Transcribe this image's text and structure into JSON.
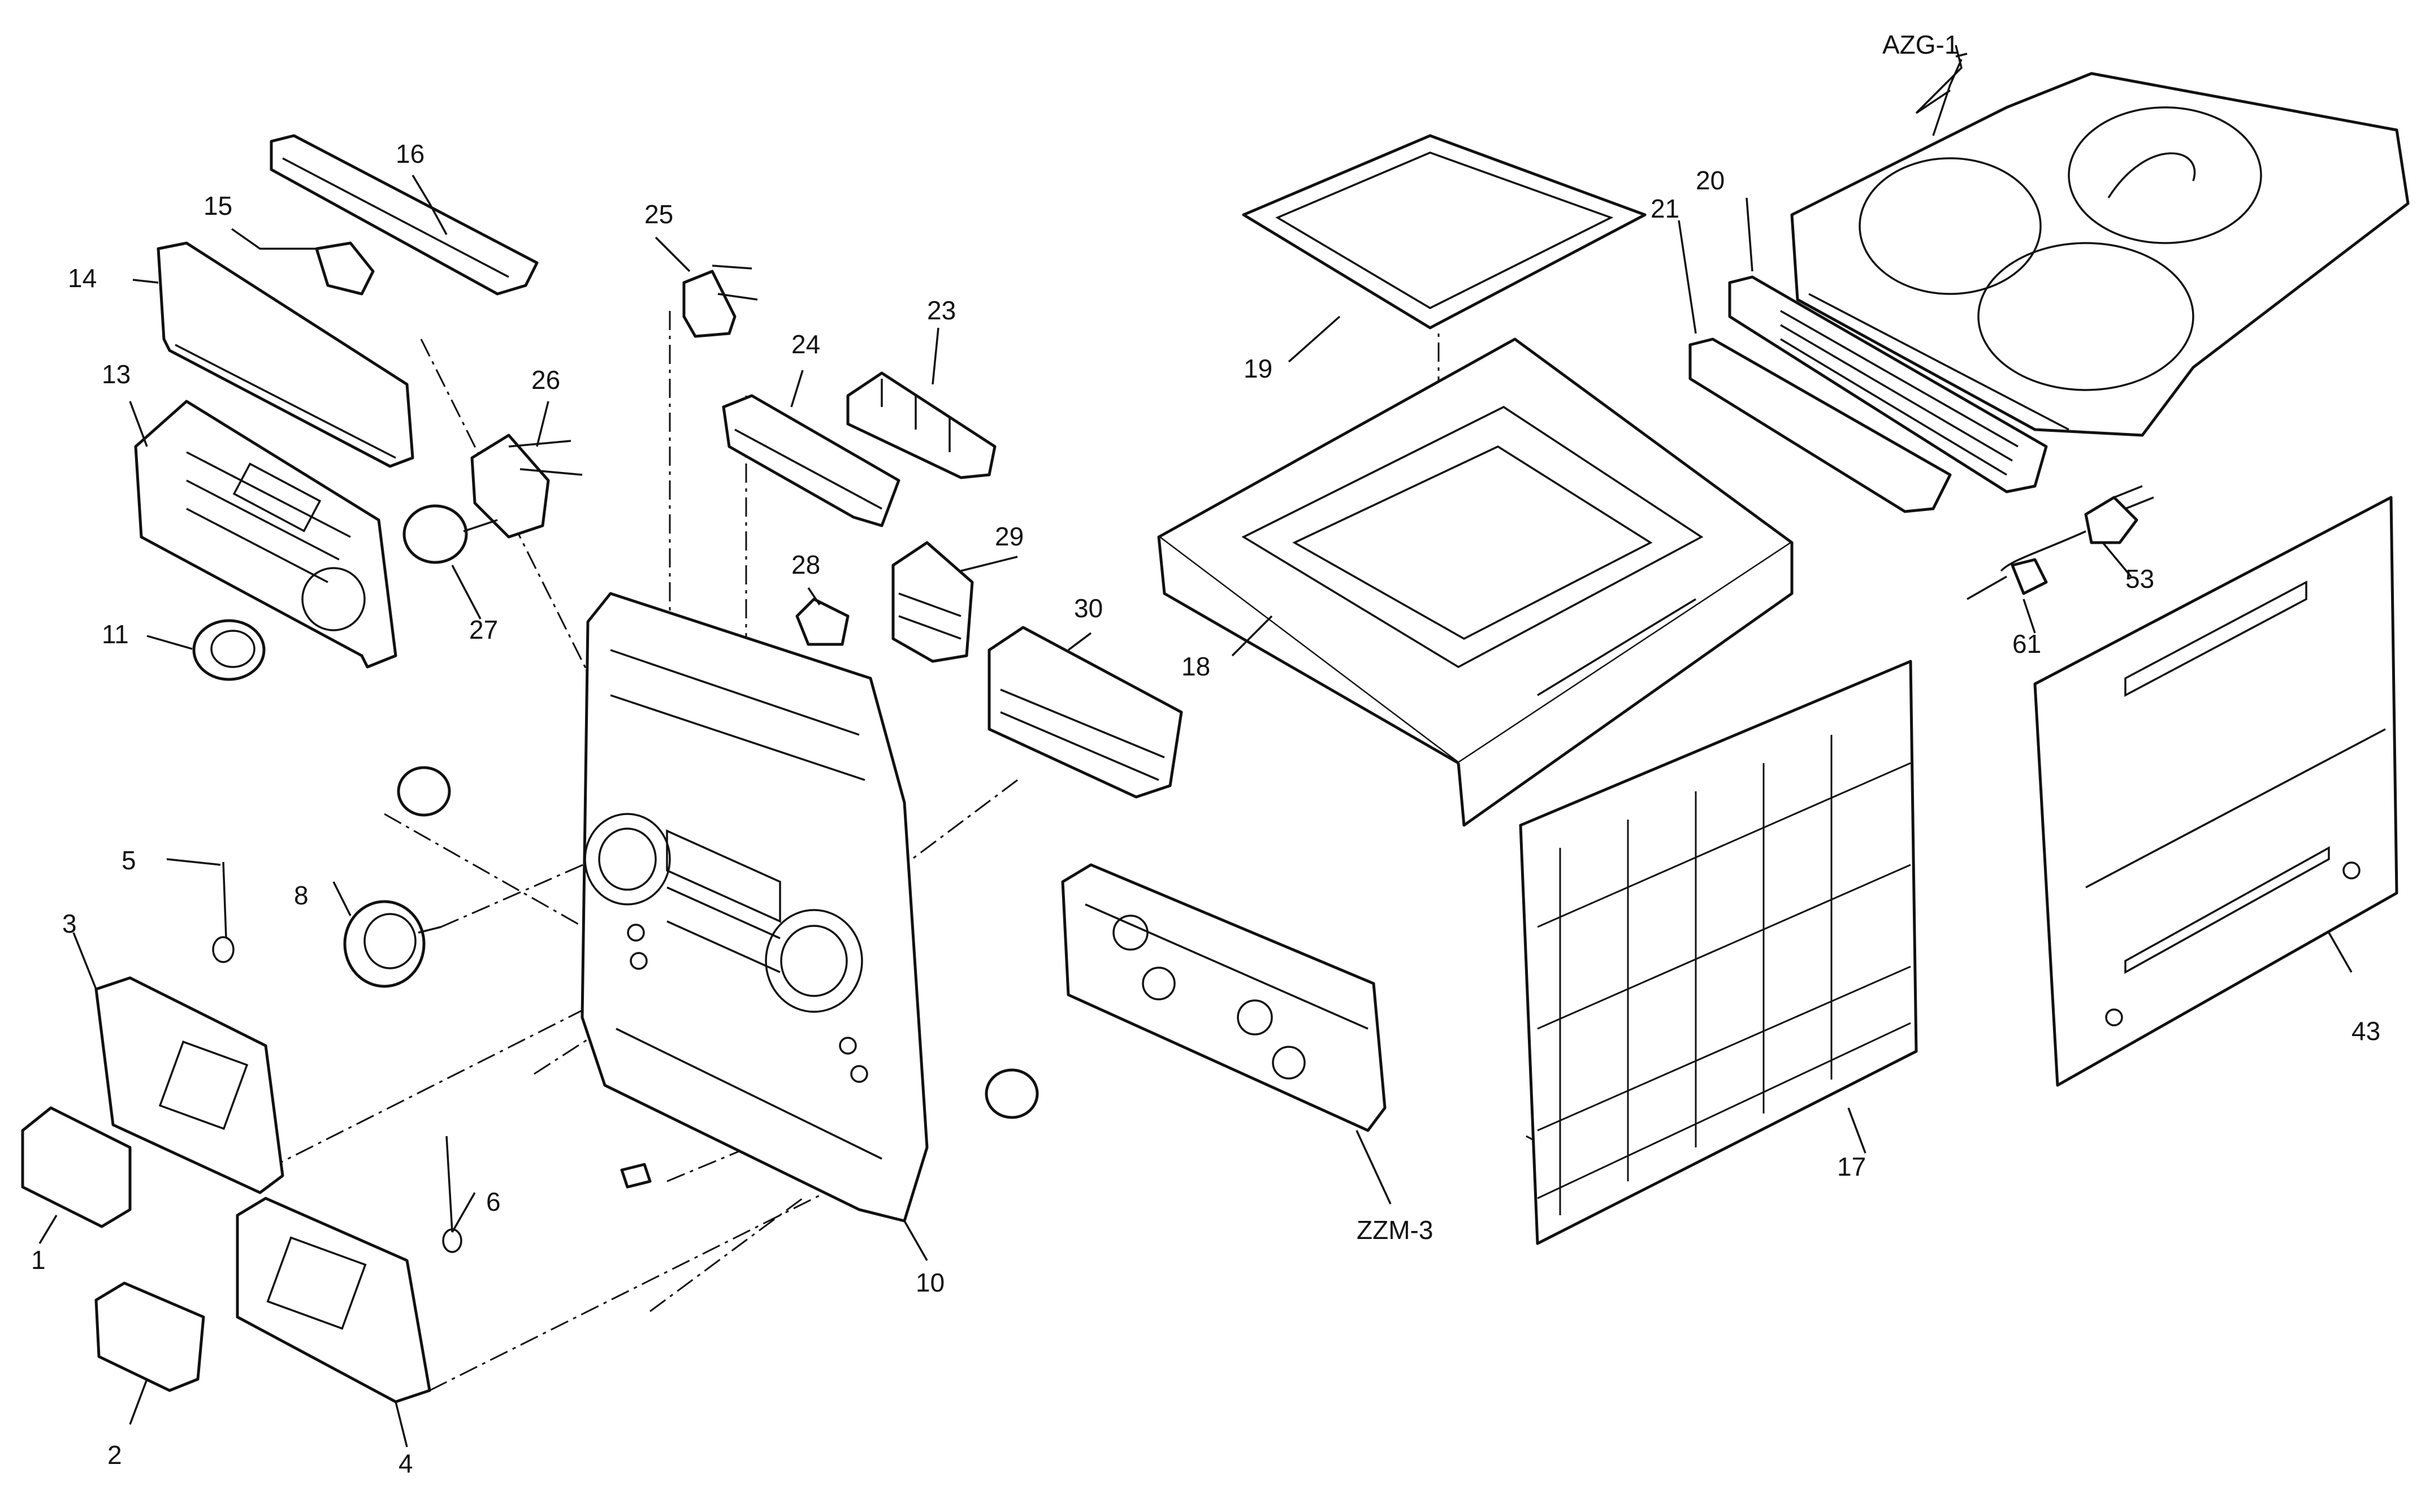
{
  "diagram": {
    "labels": {
      "p1": "1",
      "p2": "2",
      "p3": "3",
      "p4": "4",
      "p5": "5",
      "p6": "6",
      "p8": "8",
      "p10": "10",
      "p11": "11",
      "p13": "13",
      "p14": "14",
      "p15": "15",
      "p16": "16",
      "p17": "17",
      "p18": "18",
      "p19": "19",
      "p20": "20",
      "p21": "21",
      "p23": "23",
      "p24": "24",
      "p25": "25",
      "p26": "26",
      "p27": "27",
      "p28": "28",
      "p29": "29",
      "p30": "30",
      "p43": "43",
      "p53": "53",
      "p61": "61",
      "azg1": "AZG-1",
      "zzm3": "ZZM-3"
    }
  }
}
